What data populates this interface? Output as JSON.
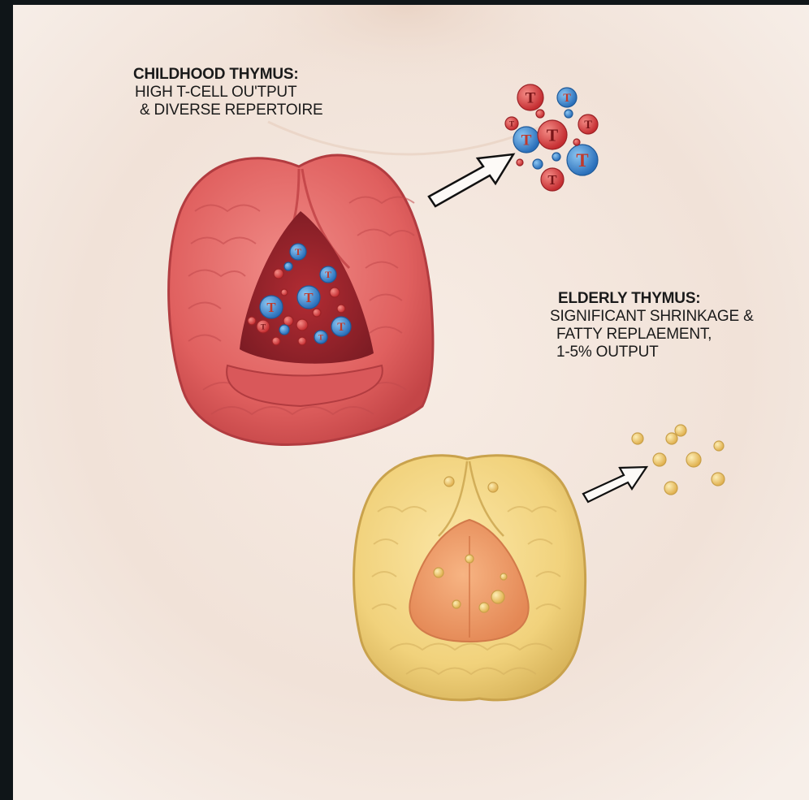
{
  "childhood": {
    "title": "CHILDHOOD THYMUS:",
    "line1": "HIGH T-CELL OU'TPUT",
    "line2": "& DIVERSE REPERTOIRE"
  },
  "elderly": {
    "title": "ELDERLY THYMUS:",
    "line1": "SIGNIFICANT SHRINKAGE &",
    "line2": "FATTY REPLAEMENT,",
    "line3": "1-5% OUTPUT"
  },
  "tcell_glyph": "T",
  "colors": {
    "background": "#f3e6dc",
    "frame": "#0f1518",
    "child_thymus": "#e4686a",
    "child_thymus_dark": "#b9393d",
    "elderly_thymus": "#f2d27a",
    "elderly_core": "#f1a06e",
    "tcell_red": "#e2403f",
    "tcell_blue": "#3b8fd6",
    "fat_globule": "#f0c96a"
  }
}
